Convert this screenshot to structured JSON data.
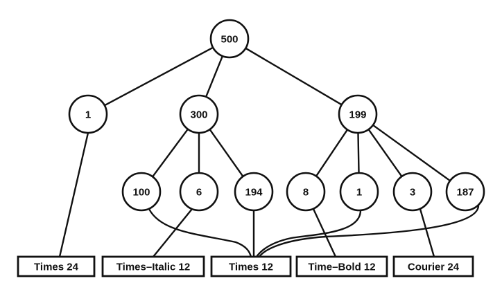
{
  "tree": {
    "nodes": [
      {
        "id": "n500",
        "label": "500"
      },
      {
        "id": "n1a",
        "label": "1"
      },
      {
        "id": "n300",
        "label": "300"
      },
      {
        "id": "n199",
        "label": "199"
      },
      {
        "id": "n100",
        "label": "100"
      },
      {
        "id": "n6",
        "label": "6"
      },
      {
        "id": "n194",
        "label": "194"
      },
      {
        "id": "n8",
        "label": "8"
      },
      {
        "id": "n1b",
        "label": "1"
      },
      {
        "id": "n3",
        "label": "3"
      },
      {
        "id": "n187",
        "label": "187"
      }
    ],
    "leaves": [
      {
        "id": "leaf-times24",
        "label": "Times 24"
      },
      {
        "id": "leaf-times-italic12",
        "label": "Times–Italic 12"
      },
      {
        "id": "leaf-times12",
        "label": "Times 12"
      },
      {
        "id": "leaf-time-bold12",
        "label": "Time–Bold 12"
      },
      {
        "id": "leaf-courier24",
        "label": "Courier 24"
      }
    ],
    "edges": [
      [
        "n500",
        "n1a"
      ],
      [
        "n500",
        "n300"
      ],
      [
        "n500",
        "n199"
      ],
      [
        "n300",
        "n100"
      ],
      [
        "n300",
        "n6"
      ],
      [
        "n300",
        "n194"
      ],
      [
        "n199",
        "n8"
      ],
      [
        "n199",
        "n1b"
      ],
      [
        "n199",
        "n3"
      ],
      [
        "n199",
        "n187"
      ],
      [
        "n1a",
        "leaf-times24"
      ],
      [
        "n6",
        "leaf-times-italic12"
      ],
      [
        "n100",
        "leaf-times12"
      ],
      [
        "n194",
        "leaf-times12"
      ],
      [
        "n1b",
        "leaf-times12"
      ],
      [
        "n187",
        "leaf-times12"
      ],
      [
        "n8",
        "leaf-time-bold12"
      ],
      [
        "n3",
        "leaf-courier24"
      ]
    ]
  }
}
